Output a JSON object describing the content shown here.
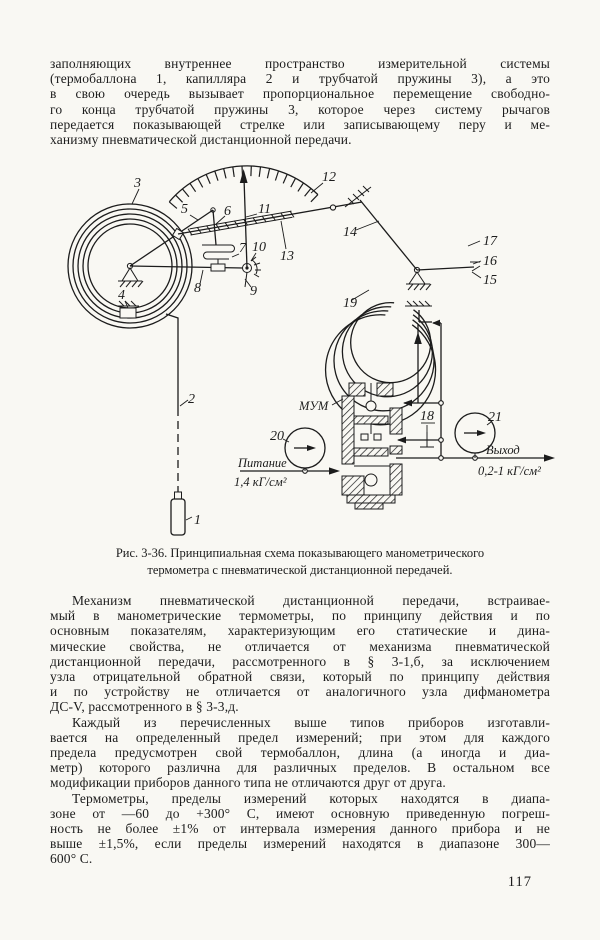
{
  "page": {
    "number": "117"
  },
  "intro": {
    "lines": [
      "заполняющих внутреннее пространство измерительной системы",
      "(термобаллона 1, капилляра 2 и трубчатой пружины 3), а это",
      "в свою очередь вызывает пропорциональное перемещение свободно-",
      "го конца трубчатой пружины 3, которое через систему рычагов",
      "передается показывающей стрелке или записывающему перу и ме-",
      "ханизму пневматической дистанционной передачи."
    ]
  },
  "figure": {
    "caption_lines": [
      "Рис. 3-36. Принципиальная схема показывающего манометрического",
      "термометра с пневматической дистанционной передачей."
    ],
    "labels": {
      "l1": "1",
      "l2": "2",
      "l3": "3",
      "l4": "4",
      "l5": "5",
      "l6": "6",
      "l7": "7",
      "l8": "8",
      "l9": "9",
      "l10": "10",
      "l11": "11",
      "l12": "12",
      "l13": "13",
      "l14": "14",
      "l15": "15",
      "l16": "16",
      "l17": "17",
      "l18": "18",
      "l19": "19",
      "l20": "20",
      "l21": "21",
      "mum": "МУМ",
      "supply1": "Питание",
      "supply2": "1,4 кГ/см²",
      "output1": "Выход",
      "output2": "0,2-1 кГ/см²"
    }
  },
  "paragraphs": {
    "p2": {
      "lines": [
        "Механизм пневматической дистанционной передачи, встраивае-",
        "мый в манометрические термометры, по принципу действия и по",
        "основным показателям, характеризующим его статические и дина-",
        "мические свойства, не отличается от механизма пневматической",
        "дистанционной передачи, рассмотренного в § 3-1,б, за исключением",
        "узла отрицательной обратной связи, который по принципу действия",
        "и по устройству не отличается от аналогичного узла дифманометра",
        "ДС-V, рассмотренного в § 3-3,д."
      ]
    },
    "p3": {
      "lines": [
        "Каждый из перечисленных выше типов приборов изготавли-",
        "вается на определенный предел измерений; при этом для каждого",
        "предела предусмотрен свой термобаллон, длина (а иногда и диа-",
        "метр) которого различна для различных пределов. В остальном все",
        "модификации приборов данного типа не отличаются друг от друга."
      ]
    },
    "p4": {
      "lines": [
        "Термометры, пределы измерений которых находятся в диапа-",
        "зоне от —60 до +300° С, имеют основную приведенную погреш-",
        "ность не более ±1% от интервала измерения данного прибора и не",
        "выше ±1,5%, если пределы измерений находятся в диапазоне 300—",
        "600° С."
      ]
    }
  }
}
